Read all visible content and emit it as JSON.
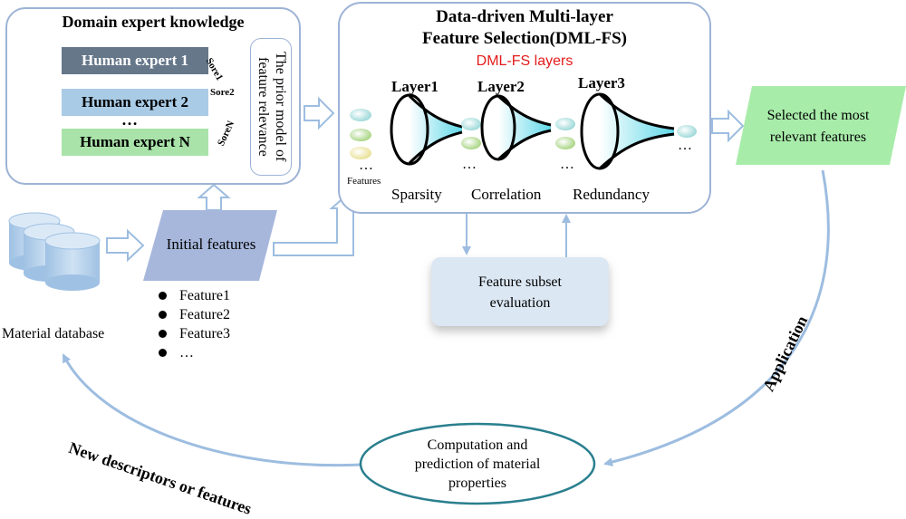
{
  "expert_panel": {
    "title": "Domain expert knowledge",
    "experts": [
      {
        "label": "Human expert 1",
        "score": "Sore1",
        "color": "#66778a",
        "text_color": "#ffffff"
      },
      {
        "label": "Human expert 2",
        "score": "Sore2",
        "color": "#a9cbe6",
        "text_color": "#000000"
      },
      {
        "label": "Human expert N",
        "score": "SoreN",
        "color": "#a9e3a9",
        "text_color": "#000000"
      }
    ],
    "ellipsis": "…",
    "prior_model": "The prior model of feature relevance"
  },
  "dml_panel": {
    "title_line1": "Data-driven Multi-layer",
    "title_line2": "Feature Selection(DML-FS)",
    "subtitle": "DML-FS layers",
    "subtitle_color": "#e31b1b",
    "layers": [
      {
        "label": "Layer1",
        "stage": "Sparsity"
      },
      {
        "label": "Layer2",
        "stage": "Correlation"
      },
      {
        "label": "Layer3",
        "stage": "Redundancy"
      }
    ],
    "features_label": "Features",
    "ellipsis": "…"
  },
  "selected": {
    "line1": "Selected the most",
    "line2": "relevant features",
    "color": "#a8ecaa"
  },
  "initial_features": {
    "label": "Initial features",
    "color": "#a7b7dc"
  },
  "database": {
    "label": "Material database",
    "color": "#b3d0ea"
  },
  "feature_list": [
    "Feature1",
    "Feature2",
    "Feature3",
    "…"
  ],
  "evaluation": {
    "line1": "Feature subset",
    "line2": "evaluation",
    "color": "#dbe7f3"
  },
  "computation": {
    "line1": "Computation and",
    "line2": "prediction of material",
    "line3": "properties",
    "border_color": "#2a7f8e"
  },
  "flows": {
    "application": "Application",
    "new_descriptors": "New descriptors or features"
  }
}
